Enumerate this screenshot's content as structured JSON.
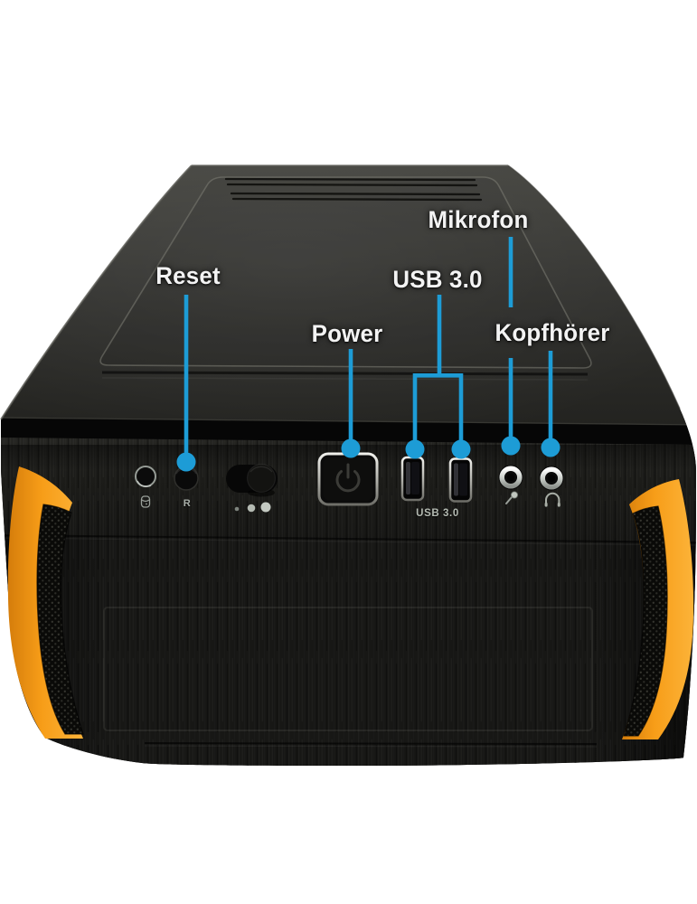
{
  "image_type": "pc-case-front-panel-callout-diagram",
  "colors": {
    "callout-blue": "#1d9cd6",
    "accent-orange": "#f79d18",
    "background": "#ffffff",
    "label-text": "#f3f3f3",
    "case-black": "#151513"
  },
  "callouts": {
    "reset": {
      "label": "Reset"
    },
    "power": {
      "label": "Power"
    },
    "usb": {
      "label": "USB 3.0"
    },
    "mikrofon": {
      "label": "Mikrofon"
    },
    "kopfhoerer": {
      "label": "Kopfhörer"
    }
  },
  "panel_markings": {
    "reset": "R",
    "usb_ports": "USB 3.0"
  },
  "icons": {
    "hdd_led": "hdd-activity-icon",
    "power": "power-icon",
    "microphone": "microphone-icon",
    "headphones": "headphones-icon"
  }
}
